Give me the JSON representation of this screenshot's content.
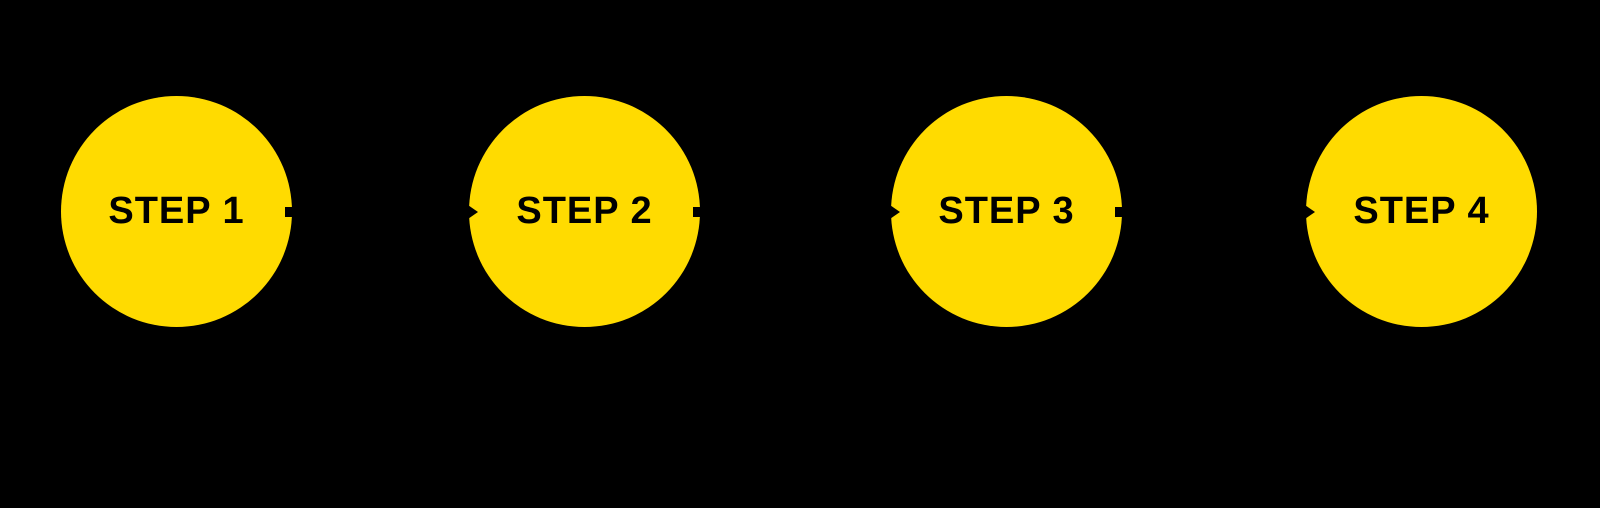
{
  "diagram": {
    "type": "process-steps",
    "background_color": "#000000",
    "step_color": "#FFDB00",
    "label_color": "#000000",
    "connector_color": "#000000",
    "connector_style": "arrow-right",
    "steps": [
      {
        "label": "STEP 1"
      },
      {
        "label": "STEP 2"
      },
      {
        "label": "STEP 3"
      },
      {
        "label": "STEP 4"
      }
    ]
  }
}
